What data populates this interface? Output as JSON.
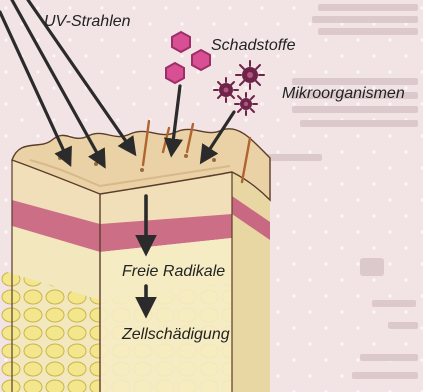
{
  "labels": {
    "uv": "UV-Strahlen",
    "pollutants": "Schadstoffe",
    "microorganisms": "Mikroorganismen",
    "free_radicals": "Freie Radikale",
    "cell_damage": "Zellschädigung"
  },
  "colors": {
    "page_background": "#f2e3e4",
    "skin_surface": "#ead2a6",
    "epidermis": "#f0dfb8",
    "pink_layer": "#cc6f86",
    "dermis": "#f3e7bd",
    "subcutis": "#ebdd72",
    "pollutant_hexagon": "#d94f93",
    "microorganism": "#6e2348",
    "hair": "#b0642f",
    "arrow": "#2b2b2b",
    "background_text": "#dcc9cc"
  },
  "icons": [
    "uv-ray-arrow",
    "pollutant-hexagon",
    "microorganism-spiky-cell",
    "hair",
    "down-arrow"
  ]
}
